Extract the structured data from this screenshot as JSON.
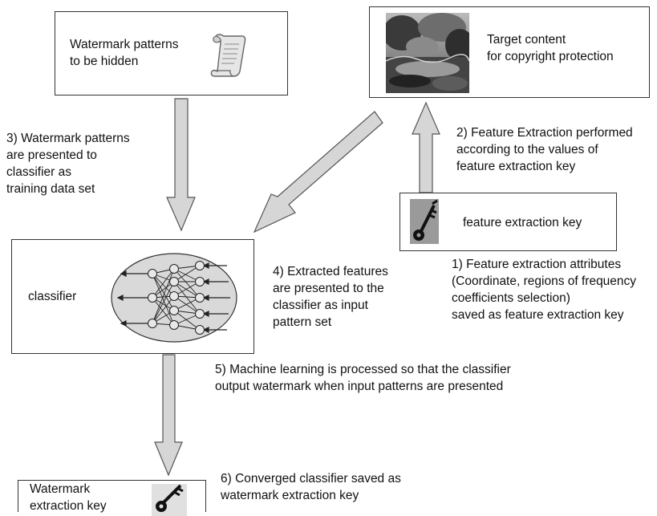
{
  "boxes": {
    "watermark_patterns": {
      "label": "Watermark patterns\nto be hidden",
      "icon": "scroll-icon"
    },
    "target_content": {
      "label": "Target content\nfor copyright protection",
      "icon": "landscape-photo"
    },
    "feature_key": {
      "label": "feature extraction key",
      "icon": "key-icon"
    },
    "classifier": {
      "label": "classifier",
      "icon": "neural-network-icon"
    },
    "watermark_key": {
      "label": "Watermark\nextraction key",
      "icon": "key-icon"
    }
  },
  "steps": {
    "step1": "1) Feature extraction attributes\n(Coordinate, regions of frequency\ncoefficients selection)\nsaved as feature extraction key",
    "step2": "2) Feature Extraction performed\naccording to the values of\nfeature extraction key",
    "step3": "3) Watermark patterns\nare presented to\nclassifier as\ntraining data set",
    "step4": "4) Extracted features\nare presented to the\nclassifier as input\npattern set",
    "step5": "5) Machine learning is processed so that the classifier\noutput watermark when input patterns are presented",
    "step6": "6) Converged classifier saved as\nwatermark extraction key"
  },
  "colors": {
    "arrow_fill": "#d6d6d6",
    "arrow_stroke": "#555555",
    "ellipse_fill": "#d9d9d9"
  }
}
